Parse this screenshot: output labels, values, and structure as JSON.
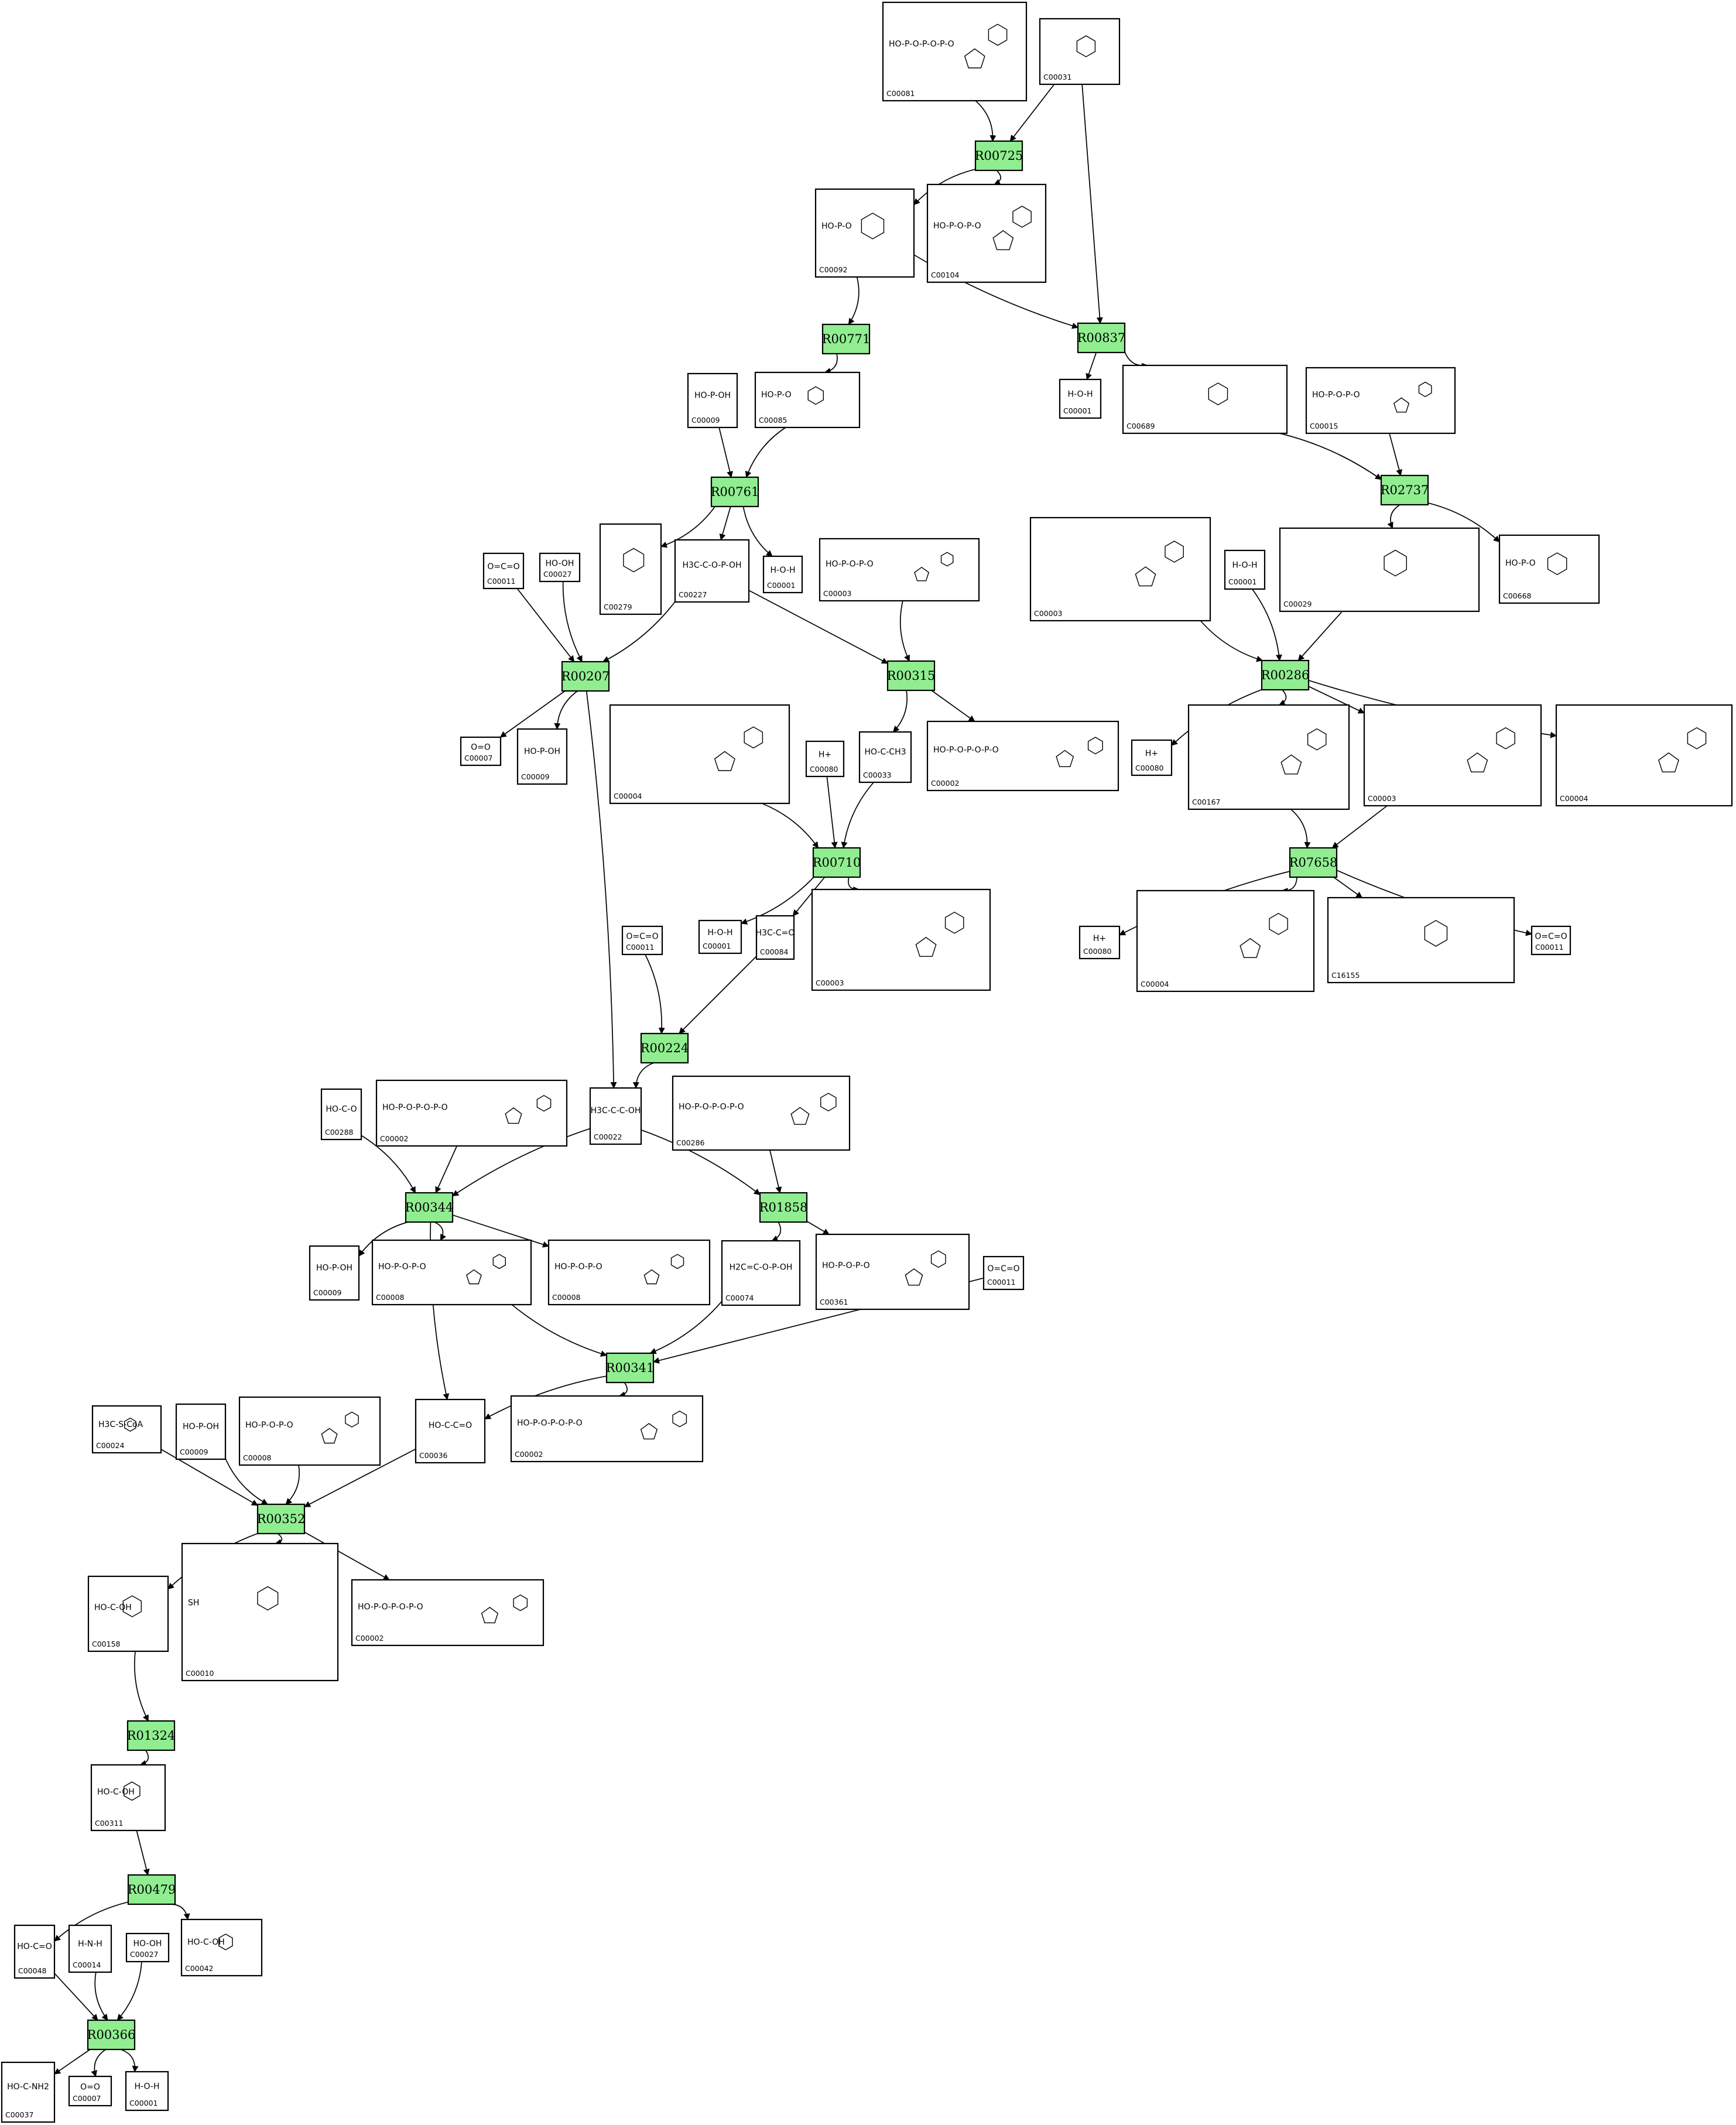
{
  "reactions": [
    "R00725",
    "R00837",
    "R00771",
    "R00761",
    "R02737",
    "R00207",
    "R00315",
    "R00286",
    "R00710",
    "R07658",
    "R00224",
    "R00344",
    "R01858",
    "R00341",
    "R00352",
    "R01324",
    "R00479",
    "R00366"
  ],
  "compounds": [
    {
      "id": "C00081",
      "formula": "HO-P-O-P-O-P-O"
    },
    {
      "id": "C00031",
      "formula": ""
    },
    {
      "id": "C00092",
      "formula": "HO-P-O"
    },
    {
      "id": "C00104",
      "formula": "HO-P-O-P-O"
    },
    {
      "id": "C00085",
      "formula": "HO-P-O"
    },
    {
      "id": "C00009",
      "formula": "HO-P-OH"
    },
    {
      "id": "C00001",
      "formula": "H-O-H"
    },
    {
      "id": "C00689",
      "formula": ""
    },
    {
      "id": "C00015",
      "formula": "HO-P-O-P-O"
    },
    {
      "id": "C00279",
      "formula": ""
    },
    {
      "id": "C00227",
      "formula": "H3C-C-O-P-OH"
    },
    {
      "id": "C00001",
      "formula": "H-O-H"
    },
    {
      "id": "C00003",
      "formula": "HO-P-O-P-O"
    },
    {
      "id": "C00011",
      "formula": "O=C=O"
    },
    {
      "id": "C00027",
      "formula": "HO-OH"
    },
    {
      "id": "C00003",
      "formula": ""
    },
    {
      "id": "C00001",
      "formula": "H-O-H"
    },
    {
      "id": "C00029",
      "formula": ""
    },
    {
      "id": "C00668",
      "formula": "HO-P-O"
    },
    {
      "id": "C00007",
      "formula": "O=O"
    },
    {
      "id": "C00009",
      "formula": "HO-P-OH"
    },
    {
      "id": "C00004",
      "formula": ""
    },
    {
      "id": "C00080",
      "formula": "H+"
    },
    {
      "id": "C00033",
      "formula": "HO-C-CH3"
    },
    {
      "id": "C00002",
      "formula": "HO-P-O-P-O-P-O"
    },
    {
      "id": "C00080",
      "formula": "H+"
    },
    {
      "id": "C00167",
      "formula": ""
    },
    {
      "id": "C00003",
      "formula": ""
    },
    {
      "id": "C00004",
      "formula": ""
    },
    {
      "id": "C00011",
      "formula": "O=C=O"
    },
    {
      "id": "C00001",
      "formula": "H-O-H"
    },
    {
      "id": "C00084",
      "formula": "H3C-C=O"
    },
    {
      "id": "C00003",
      "formula": ""
    },
    {
      "id": "C00080",
      "formula": "H+"
    },
    {
      "id": "C00004",
      "formula": ""
    },
    {
      "id": "C16155",
      "formula": ""
    },
    {
      "id": "C00011",
      "formula": "O=C=O"
    },
    {
      "id": "C00288",
      "formula": "HO-C-O"
    },
    {
      "id": "C00002",
      "formula": "HO-P-O-P-O-P-O"
    },
    {
      "id": "C00022",
      "formula": "H3C-C-C-OH"
    },
    {
      "id": "C00286",
      "formula": "HO-P-O-P-O-P-O"
    },
    {
      "id": "C00009",
      "formula": "HO-P-OH"
    },
    {
      "id": "C00008",
      "formula": "HO-P-O-P-O"
    },
    {
      "id": "C00008",
      "formula": "HO-P-O-P-O"
    },
    {
      "id": "C00074",
      "formula": "H2C=C-O-P-OH"
    },
    {
      "id": "C00361",
      "formula": "HO-P-O-P-O"
    },
    {
      "id": "C00011",
      "formula": "O=C=O"
    },
    {
      "id": "C00024",
      "formula": "H3C-S-CoA"
    },
    {
      "id": "C00009",
      "formula": "HO-P-OH"
    },
    {
      "id": "C00008",
      "formula": "HO-P-O-P-O"
    },
    {
      "id": "C00036",
      "formula": "HO-C-C=O"
    },
    {
      "id": "C00002",
      "formula": "HO-P-O-P-O-P-O"
    },
    {
      "id": "C00158",
      "formula": "HO-C-OH"
    },
    {
      "id": "C00010",
      "formula": "SH"
    },
    {
      "id": "C00002",
      "formula": "HO-P-O-P-O-P-O"
    },
    {
      "id": "C00311",
      "formula": "HO-C-OH"
    },
    {
      "id": "C00048",
      "formula": "HO-C=O"
    },
    {
      "id": "C00014",
      "formula": "H-N-H"
    },
    {
      "id": "C00027",
      "formula": "HO-OH"
    },
    {
      "id": "C00042",
      "formula": "HO-C-OH"
    },
    {
      "id": "C00037",
      "formula": "HO-C-NH2"
    },
    {
      "id": "C00007",
      "formula": "O=O"
    },
    {
      "id": "C00001",
      "formula": "H-O-H"
    }
  ],
  "colors": {
    "reaction": "#90ee90",
    "stroke": "#000000",
    "background": "#ffffff"
  }
}
